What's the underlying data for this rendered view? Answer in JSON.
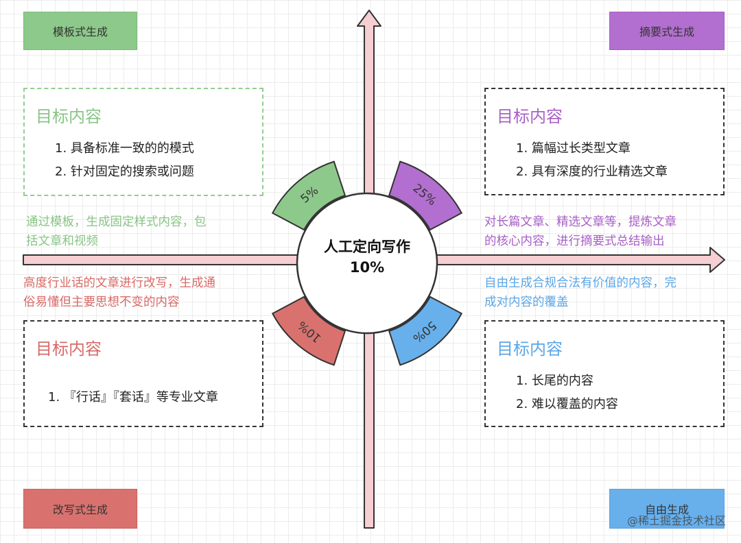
{
  "center": {
    "title": "人工定向写作",
    "percent": "10%"
  },
  "quadrants": {
    "top_left": {
      "tag": "模板式生成",
      "box_title": "目标内容",
      "items": [
        "1. 具备标准一致的的模式",
        "2. 针对固定的搜索或问题"
      ],
      "desc": [
        "通过模板，生成固定样式内容，包",
        "括文章和视频"
      ],
      "percent": "5%",
      "color": "#8dc98b"
    },
    "top_right": {
      "tag": "摘要式生成",
      "box_title": "目标内容",
      "items": [
        "1. 篇幅过长类型文章",
        "2. 具有深度的行业精选文章"
      ],
      "desc": [
        "对长篇文章、精选文章等，提炼文章",
        "的核心内容，进行摘要式总结输出"
      ],
      "percent": "25%",
      "color": "#b26fcf"
    },
    "bottom_left": {
      "tag": "改写式生成",
      "box_title": "目标内容",
      "items": [
        "1. 『行话』『套话』等专业文章"
      ],
      "desc": [
        "高度行业话的文章进行改写，生成通",
        "俗易懂但主要思想不变的内容"
      ],
      "percent": "10%",
      "color": "#d9726e"
    },
    "bottom_right": {
      "tag": "自由生成",
      "box_title": "目标内容",
      "items": [
        "1. 长尾的内容",
        "2. 难以覆盖的内容"
      ],
      "desc": [
        "自由生成合规合法有价值的内容，完",
        "成对内容的覆盖"
      ],
      "percent": "50%",
      "color": "#68b0ec"
    }
  },
  "watermark": "@稀土掘金技术社区"
}
